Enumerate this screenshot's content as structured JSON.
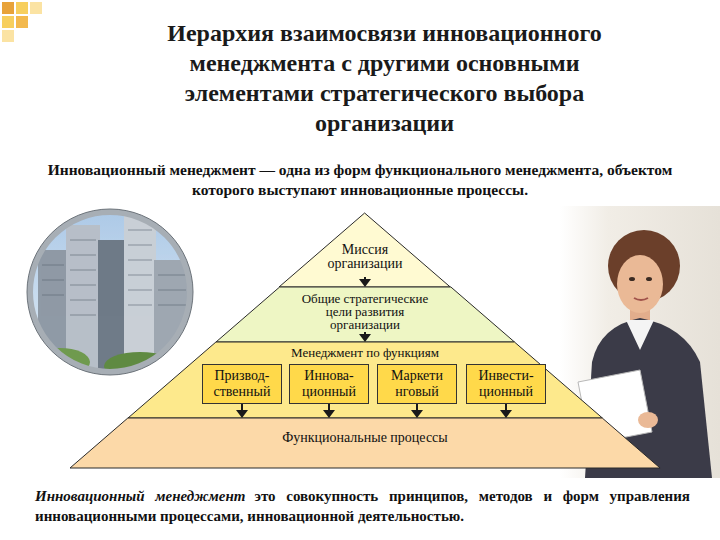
{
  "diagram": {
    "title": "Иерархия взаимосвязи инновационного менеджмента с другими основными элементами стратегического выбора организации",
    "caption": "это совокупность принципов, методов и форм управления инновационными процессами, инновационной деятельностью.",
    "nodes": [
      {
        "text": [
          "Миссия организации"
        ]
      },
      {
        "text": [
          "Общие стратегические цели развития организации"
        ]
      },
      {
        "text": [
          "Менеджмент по функциям"
        ]
      },
      {
        "text": [
          "Призвод- ственный"
        ],
        "in": 2
      },
      {
        "text": [
          "Иннова- ционный"
        ],
        "in": 2
      },
      {
        "text": [
          "Маркети нговый"
        ],
        "in": 2
      },
      {
        "text": [
          "Инвести- ционный"
        ],
        "in": 2
      },
      {
        "text": [
          "Функциональные процессы"
        ]
      }
    ],
    "edges": [
      {
        "from": 0,
        "to": 1,
        "arrow": "to"
      },
      {
        "from": 1,
        "to": 2,
        "arrow": "to"
      },
      {
        "from": 3,
        "to": 7,
        "arrow": "to"
      },
      {
        "from": 4,
        "to": 7,
        "arrow": "to"
      },
      {
        "from": 5,
        "to": 7,
        "arrow": "to"
      },
      {
        "from": 6,
        "to": 7,
        "arrow": "to"
      }
    ],
    "labels": [
      "Инновационный менеджмент — одна из форм функционального менеджмента, объектом которого выступают инновационные процессы.",
      "Инновационный менеджмент"
    ]
  }
}
